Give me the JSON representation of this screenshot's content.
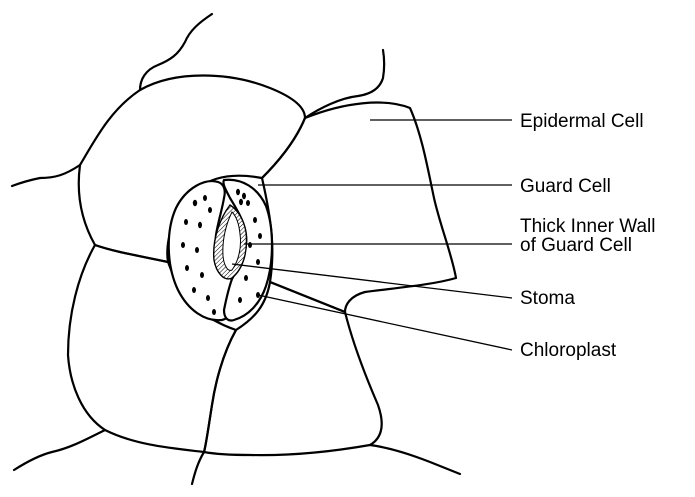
{
  "labels": {
    "epidermal_cell": "Epidermal Cell",
    "guard_cell": "Guard Cell",
    "thick_inner_wall_line1": "Thick Inner Wall",
    "thick_inner_wall_line2": "of Guard Cell",
    "stoma": "Stoma",
    "chloroplast": "Chloroplast"
  }
}
